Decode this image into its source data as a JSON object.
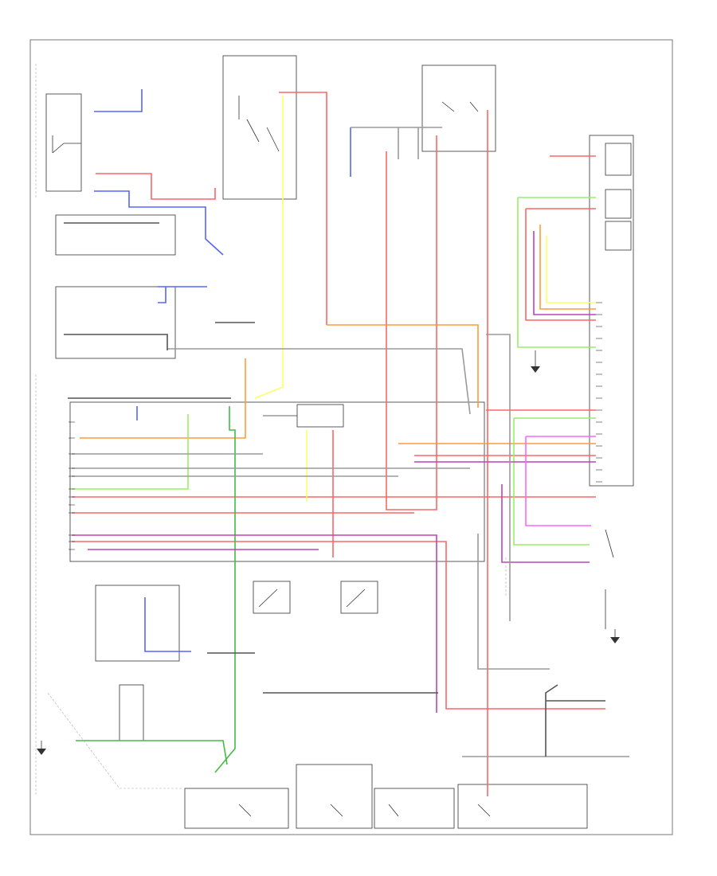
{
  "title_block": {
    "code": "",
    "page_tag": ""
  },
  "components": [
    {
      "id": "left-module",
      "label": ""
    },
    {
      "id": "center-relay",
      "label": ""
    },
    {
      "id": "right-connector",
      "label": ""
    },
    {
      "id": "bottom-switches",
      "label": ""
    }
  ],
  "colors": {
    "red": "#ff6666",
    "blue": "#5566ff",
    "orange": "#ff9a3c",
    "yellow": "#ffff66",
    "green": "#44bb44",
    "light_green": "#99ee66",
    "violet": "#bb44bb",
    "pink": "#ff66ff",
    "gray": "#9a9a9a",
    "dark_gray": "#555555"
  },
  "ground_symbols": 3
}
